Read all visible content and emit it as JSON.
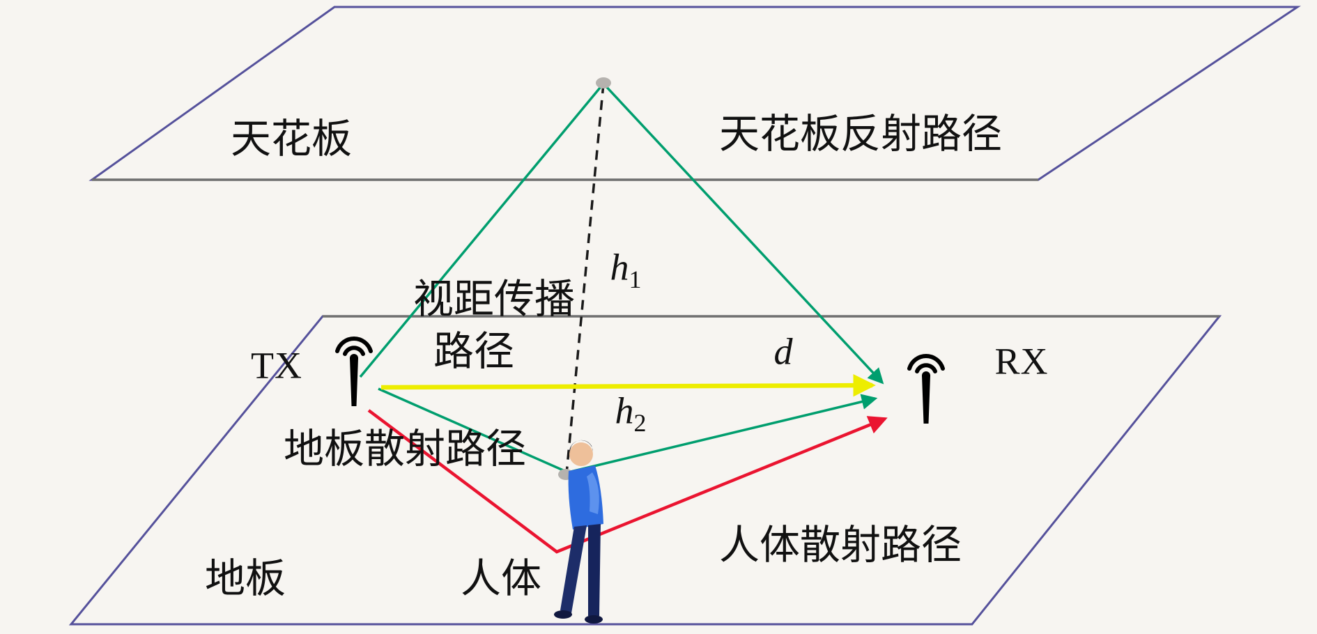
{
  "title": "Indoor radio propagation paths diagram",
  "colors": {
    "background": "#f7f5f1",
    "plane_stroke": "#55519b",
    "edge_gray": "#6f6f6f",
    "los_yellow": "#eded00",
    "path_green": "#009e6e",
    "path_red": "#ea1430",
    "line_dark": "#1a1a1a",
    "text": "#111111",
    "marker_gray": "#b5b2ae"
  },
  "labels": {
    "ceiling": "天花板",
    "ceiling_reflection_path": "天花板反射路径",
    "los_line1": "视距传播",
    "los_line2": "路径",
    "tx": "TX",
    "rx": "RX",
    "distance": "d",
    "h1": {
      "base": "h",
      "sub": "1"
    },
    "h2": {
      "base": "h",
      "sub": "2"
    },
    "floor_scatter_path": "地板散射路径",
    "human_scatter_path": "人体散射路径",
    "floor": "地板",
    "human": "人体"
  }
}
